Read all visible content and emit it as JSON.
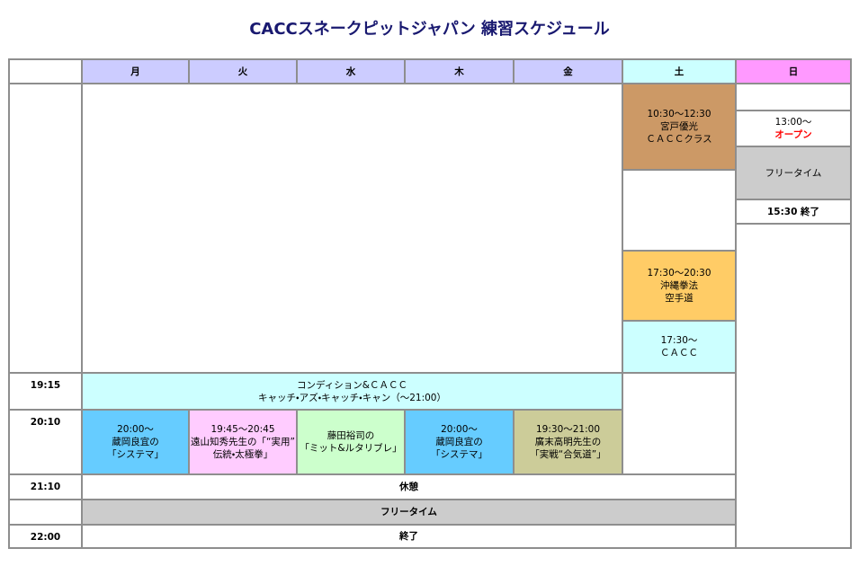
{
  "title": "CACCスネークピットジャパン 練習スケジュール",
  "colors": {
    "title_text": "#191970",
    "grid_line": "#8e8e8e",
    "header_weekday": "#ccccff",
    "header_saturday": "#ccffff",
    "header_sunday": "#ff99ff",
    "sat_morning": "#cc9966",
    "sat_karate": "#ffcc66",
    "sat_cacc": "#ccffff",
    "condition_class": "#ccffff",
    "mon_class": "#66ccff",
    "tue_class": "#ffccff",
    "wed_class": "#ccffcc",
    "thu_class": "#66ccff",
    "fri_class": "#cccc99",
    "free_time": "#cccccc",
    "open_text": "#ff0000"
  },
  "header": {
    "days": [
      "月",
      "火",
      "水",
      "木",
      "金",
      "土",
      "日"
    ]
  },
  "time_labels": [
    "19:15",
    "20:10",
    "21:10",
    "22:00"
  ],
  "saturday": {
    "morning": [
      "10:30〜12:30",
      "宮戸優光",
      "ＣＡＣＣクラス"
    ],
    "karate": [
      "17:30〜20:30",
      "沖縄拳法",
      "空手道"
    ],
    "cacc": [
      "17:30〜",
      "ＣＡＣＣ"
    ]
  },
  "sunday": {
    "open_time": "13:00〜",
    "open_label": "オープン",
    "free": "フリータイム",
    "end": "15:30 終了"
  },
  "weekday": {
    "condition": [
      "コンディション&ＣＡＣＣ",
      "キャッチ・アズ・キャッチ・キャン（〜21:00）"
    ],
    "classes": [
      [
        "20:00〜",
        "蔵岡良宜の",
        "「システマ」"
      ],
      [
        "19:45〜20:45",
        "遠山知秀先生の「“実用”",
        "伝統・太極拳」"
      ],
      [
        "藤田裕司の",
        "「ミット&ルタリブレ」"
      ],
      [
        "20:00〜",
        "蔵岡良宜の",
        "「システマ」"
      ],
      [
        "19:30〜21:00",
        "廣末高明先生の",
        "「実戦“合気道”」"
      ]
    ]
  },
  "closing": {
    "break": "休憩",
    "free": "フリータイム",
    "end": "終了"
  }
}
